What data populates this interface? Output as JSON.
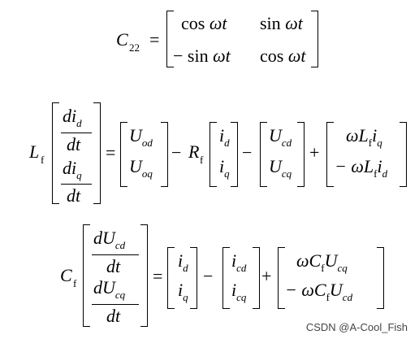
{
  "eq1": {
    "lhs": "C",
    "lhs_sub": "22",
    "eq": "=",
    "m11": "cos",
    "m11v": "ωt",
    "m12": "sin",
    "m12v": "ωt",
    "m21": "− sin",
    "m21v": "ωt",
    "m22": "cos",
    "m22v": "ωt"
  },
  "eq2": {
    "L": "L",
    "L_sub": "f",
    "d": "d",
    "i": "i",
    "sub_d": "d",
    "sub_q": "q",
    "dt": "dt",
    "eq": "=",
    "U": "U",
    "sub_od": "od",
    "sub_oq": "oq",
    "minus": "−",
    "R": "R",
    "R_sub": "f",
    "sub_cd": "cd",
    "sub_cq": "cq",
    "plus": "+",
    "r1": "ωL",
    "r1_sub": "f",
    "r1_i": "i",
    "r1_i_sub": "q",
    "r2": "− ωL",
    "r2_sub": "f",
    "r2_i": "i",
    "r2_i_sub": "d"
  },
  "eq3": {
    "C": "C",
    "C_sub": "f",
    "dU": "dU",
    "sub_cd": "cd",
    "sub_cq": "cq",
    "dt": "dt",
    "eq": "=",
    "i": "i",
    "sub_d": "d",
    "sub_q": "q",
    "minus": "−",
    "plus": "+",
    "r1": "ωC",
    "r1_sub": "f",
    "r1_U": "U",
    "r1_U_sub": "cq",
    "r2": "− ωC",
    "r2_sub": "f",
    "r2_U": "U",
    "r2_U_sub": "cd"
  },
  "watermark": "CSDN @A-Cool_Fish"
}
